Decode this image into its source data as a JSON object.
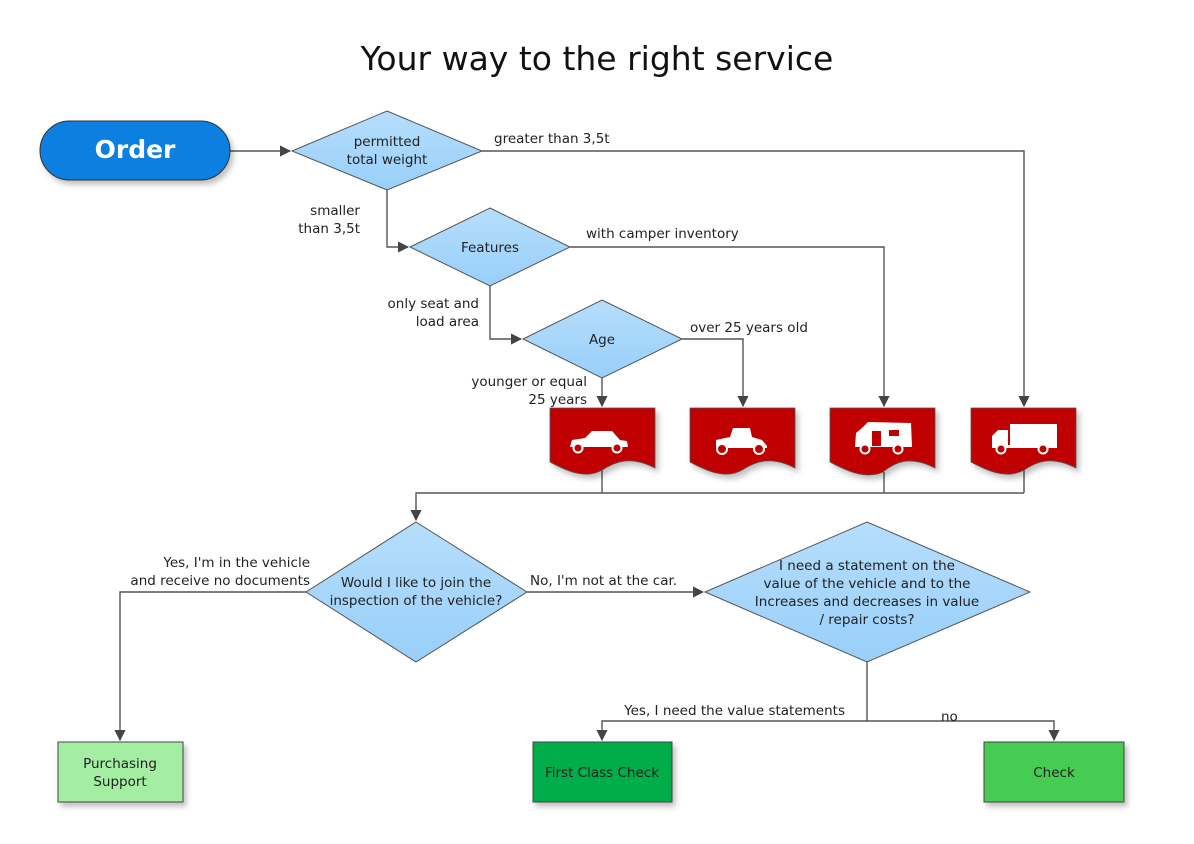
{
  "title": "Your way to the right service",
  "colors": {
    "order": "#0a7fe0",
    "diamond": "#a8d8fb",
    "vehicle_banner": "#c00000",
    "purchasing_support": "#a4eea4",
    "first_class_check": "#00ad4a",
    "check": "#47cc52",
    "connector": "#555555"
  },
  "nodes": {
    "order": "Order",
    "weight": [
      "permitted",
      "total weight"
    ],
    "features": "Features",
    "age": "Age",
    "inspection": [
      "Would I like to join the",
      "inspection of the vehicle?"
    ],
    "statement": [
      "I need a statement on the",
      "value of the vehicle and to the",
      "Increases and decreases in value",
      "/ repair costs?"
    ],
    "purchasing": [
      "Purchasing",
      "Support"
    ],
    "first_class": "First Class Check",
    "check": "Check"
  },
  "vehicles": [
    {
      "icon": "car-icon",
      "type": "car"
    },
    {
      "icon": "vintage-car-icon",
      "type": "vintage car"
    },
    {
      "icon": "camper-icon",
      "type": "camper"
    },
    {
      "icon": "truck-icon",
      "type": "truck"
    }
  ],
  "edges": {
    "greater": "greater than 3,5t",
    "smaller": [
      "smaller",
      "than 3,5t"
    ],
    "camper": "with camper inventory",
    "seat": [
      "only seat and",
      "load area"
    ],
    "over25": "over 25 years old",
    "younger": [
      "younger or equal",
      "25 years"
    ],
    "yes_vehicle": [
      "Yes, I'm in the vehicle",
      "and receive no documents"
    ],
    "no_car": "No, I'm not at the car.",
    "yes_value": "Yes, I need the value statements",
    "no": "no"
  }
}
